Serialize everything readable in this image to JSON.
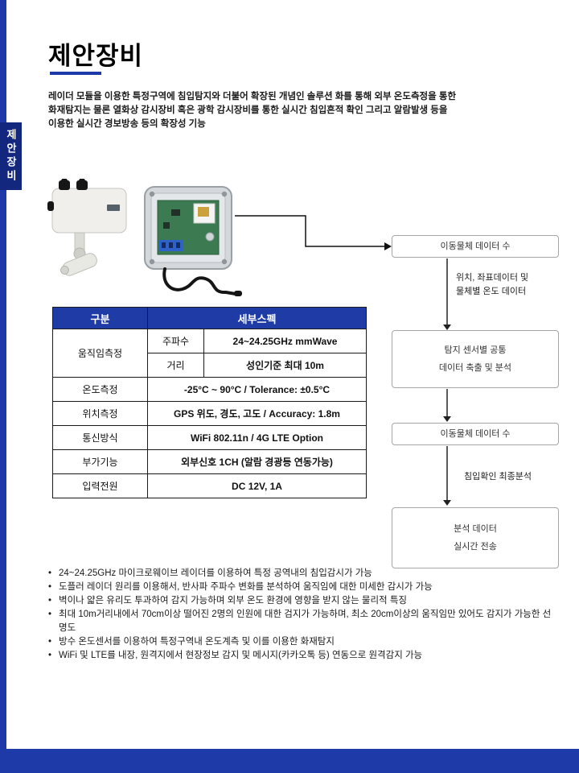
{
  "sidebar": {
    "tab_label": "제안장비"
  },
  "header": {
    "title": "제안장비",
    "intro_lines": [
      "레이더 모듈을 이용한 특정구역에 침입탐지와 더불어 확장된 개념인 솔루션 화를 통해 외부 온도측정을 통한",
      "화재탐지는 물론 열화상 감시장비 혹은 광학 감시장비를 통한 실시간 침입흔적 확인 그리고 알람발생 등을",
      "이용한 실시간 경보방송 등의 확장성 기능"
    ]
  },
  "spec_table": {
    "headers": {
      "category": "구분",
      "spec": "세부스펙"
    },
    "motion": {
      "category": "움직임측정",
      "rows": [
        {
          "label": "주파수",
          "value": "24~24.25GHz mmWave"
        },
        {
          "label": "거리",
          "value": "성인기준 최대 10m"
        }
      ]
    },
    "rows": [
      {
        "category": "온도측정",
        "value": "-25°C ~ 90°C / Tolerance: ±0.5°C"
      },
      {
        "category": "위치측정",
        "value": "GPS 위도, 경도, 고도 / Accuracy: 1.8m"
      },
      {
        "category": "통신방식",
        "value": "WiFi 802.11n / 4G LTE Option"
      },
      {
        "category": "부가기능",
        "value": "외부신호 1CH (알람 경광등 연동가능)"
      },
      {
        "category": "입력전원",
        "value": "DC 12V, 1A"
      }
    ]
  },
  "flow": {
    "box1": "이동물체 데이터 수",
    "annotation1_lines": [
      "위치, 좌표데이터 및",
      "물체별 온도 데이터"
    ],
    "box2_lines": [
      "탐지 센서별 공통",
      "데이터 축출 및 분석"
    ],
    "box3": "이동물체 데이터 수",
    "annotation2": "침입확인 최종분석",
    "box4_lines": [
      "분석 데이터",
      "실시간 전송"
    ]
  },
  "bullets": [
    "24~24.25GHz 마이크로웨이브 레이더를 이용하여 특정 공역내의 침입감시가 가능",
    "도플러 레이더 원리를 이용해서, 반사파 주파수 변화를 분석하여 움직임에 대한 미세한 감시가 가능",
    "벽이나 얇은 유리도 투과하여 감지 가능하며 외부 온도 환경에 영향을 받지 않는 물리적 특징",
    "최대 10m거리내에서 70cm이상 떨어진 2명의 인원에 대한 검지가 가능하며, 최소 20cm이상의 움직임만 있어도 감지가 가능한 선명도",
    "방수 온도센서를 이용하여 특정구역내 온도계측 및 이를 이용한 화재탐지",
    "WiFi 및 LTE를 내장, 원격지에서 현장정보 감지 및 메시지(카카오톡 등) 연동으로 원격감지 가능"
  ],
  "colors": {
    "accent": "#1e3aa8",
    "table_header": "#1f3ba6",
    "side_tab": "#14277e"
  }
}
